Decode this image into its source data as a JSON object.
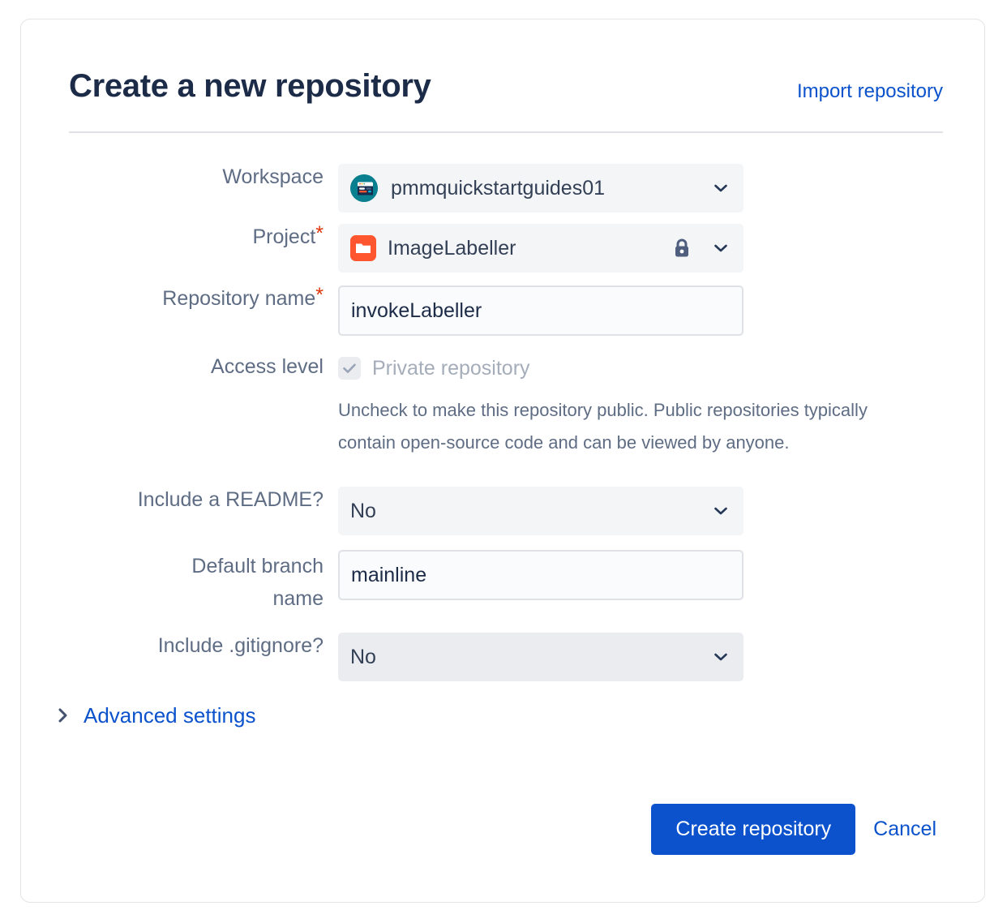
{
  "header": {
    "title": "Create a new repository",
    "import_link": "Import repository"
  },
  "colors": {
    "accent": "#0b52cc",
    "title": "#1c2b48",
    "label": "#5e6c84",
    "required": "#de350b",
    "field_bg": "#f4f5f7",
    "project_icon": "#ff5630",
    "workspace_icon": "#0a7f8f",
    "disabled_text": "#a5adba"
  },
  "form": {
    "workspace": {
      "label": "Workspace",
      "value": "pmmquickstartguides01",
      "icon": "workspace-avatar-icon",
      "chevron": "chevron-down-icon"
    },
    "project": {
      "label": "Project",
      "required_marker": "*",
      "value": "ImageLabeller",
      "icon": "project-folder-icon",
      "lock": "lock-icon",
      "chevron": "chevron-down-icon"
    },
    "repository_name": {
      "label": "Repository name",
      "required_marker": "*",
      "value": "invokeLabeller",
      "placeholder": ""
    },
    "access_level": {
      "label": "Access level",
      "checkbox_label": "Private repository",
      "checked": true,
      "disabled": true,
      "help_text": "Uncheck to make this repository public. Public repositories typically contain open-source code and can be viewed by anyone."
    },
    "include_readme": {
      "label": "Include a README?",
      "value": "No",
      "chevron": "chevron-down-icon"
    },
    "default_branch": {
      "label_line1": "Default branch",
      "label_line2": "name",
      "value": "mainline",
      "placeholder": ""
    },
    "include_gitignore": {
      "label": "Include .gitignore?",
      "value": "No",
      "chevron": "chevron-down-icon"
    },
    "advanced_settings": {
      "label": "Advanced settings",
      "caret": "chevron-right-icon",
      "expanded": false
    }
  },
  "footer": {
    "submit_label": "Create repository",
    "cancel_label": "Cancel"
  }
}
